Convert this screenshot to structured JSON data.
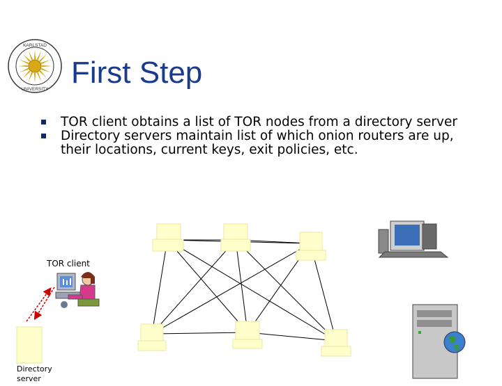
{
  "slide": {
    "title": "First Step",
    "bullets": [
      "TOR client obtains a list of TOR nodes from a directory server",
      "Directory servers maintain list of which onion routers are up, their locations, current keys, exit policies, etc."
    ]
  },
  "logo": {
    "ring_text": "KARLSTAD UNIVERSITY",
    "sun_color": "#d8a817"
  },
  "diagram": {
    "client_label": "TOR client",
    "directory_label_line1": "Directory",
    "directory_label_line2": "server",
    "node_color": "#ffffcc",
    "arrow_color": "#cc0000"
  }
}
